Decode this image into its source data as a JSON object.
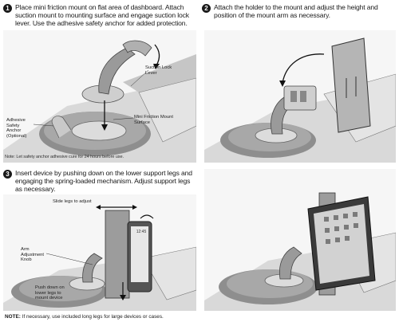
{
  "steps": [
    {
      "number": "1",
      "text": "Place mini friction mount on flat area of dashboard. Attach suction mount to mounting surface and engage suction lock lever. Use the adhesive safety anchor for added protection."
    },
    {
      "number": "2",
      "text": "Attach the holder to the mount and adjust the height and position of the mount arm as necessary."
    },
    {
      "number": "3",
      "text": "Insert device by pushing down on the lower support legs and engaging the spring-loaded mechanism. Adjust support legs as necessary."
    }
  ],
  "callouts": {
    "suction_lock_lever": "Suction Lock Lever",
    "mini_friction_mount_surface": "Mini Friction Mount Surface",
    "adhesive_safety_anchor": "Adhesive Safety Anchor (Optional)",
    "slide_legs": "Slide legs to adjust",
    "arm_adjustment_knob": "Arm Adjustment Knob",
    "push_down_legs": "Push down on lower legs to mount device"
  },
  "notes": {
    "adhesive_cure": "Note: Let safety anchor adhesive cure for 24 hours before use."
  },
  "device_screen_time": "12:45",
  "footer": {
    "label": "NOTE:",
    "text": "If necessary, use included long legs for large devices or cases."
  }
}
